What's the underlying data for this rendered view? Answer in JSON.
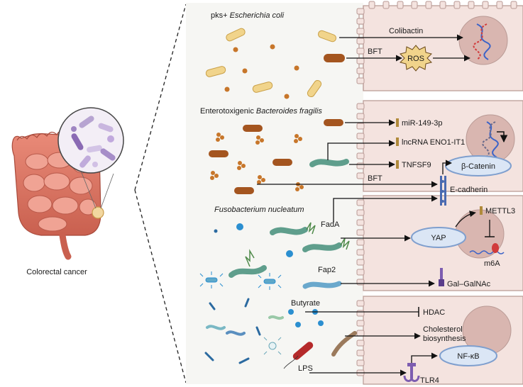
{
  "left_panel": {
    "caption": "Colorectal cancer"
  },
  "sections": {
    "ecoli": {
      "title_prefix": "pks+ ",
      "title_species": "Escherichia coli",
      "colibactin": "Colibactin",
      "bft": "BFT",
      "ros": "ROS"
    },
    "bfragilis": {
      "title_prefix": "Enterotoxigenic ",
      "title_species": "Bacteroides fragilis",
      "mir": "miR-149-3p",
      "lncrna": "lncRNA ENO1-IT1",
      "tnfsf9": "TNFSF9",
      "bft": "BFT",
      "beta_catenin": "β-Catenin"
    },
    "fnucleatum": {
      "title": "Fusobacterium nucleatum",
      "fada": "FadA",
      "ecadherin": "E-cadherin",
      "yap": "YAP",
      "mettl3": "METTL3",
      "m6a": "m6A",
      "fap2": "Fap2",
      "galgalnac": "Gal–GalNAc"
    },
    "metabolites": {
      "butyrate": "Butyrate",
      "hdac": "HDAC",
      "cholesterol_line1": "Cholesterol",
      "cholesterol_line2": "biosynthesis",
      "lps": "LPS",
      "nfkb": "NF-κB",
      "tlr4": "TLR4"
    }
  },
  "colors": {
    "cell_fill": "#f4e3df",
    "cell_stroke": "#b99a95",
    "nucleus": "#d9b6b0",
    "panel_bg": "#f6f6f3",
    "rod_brown": "#a4551f",
    "rod_yellow": "#f1d48b",
    "fuso_green": "#5f9e8c",
    "oval_fill": "#dbe6f5",
    "oval_stroke": "#7f9fce",
    "blue_dot": "#2b8fd0"
  }
}
